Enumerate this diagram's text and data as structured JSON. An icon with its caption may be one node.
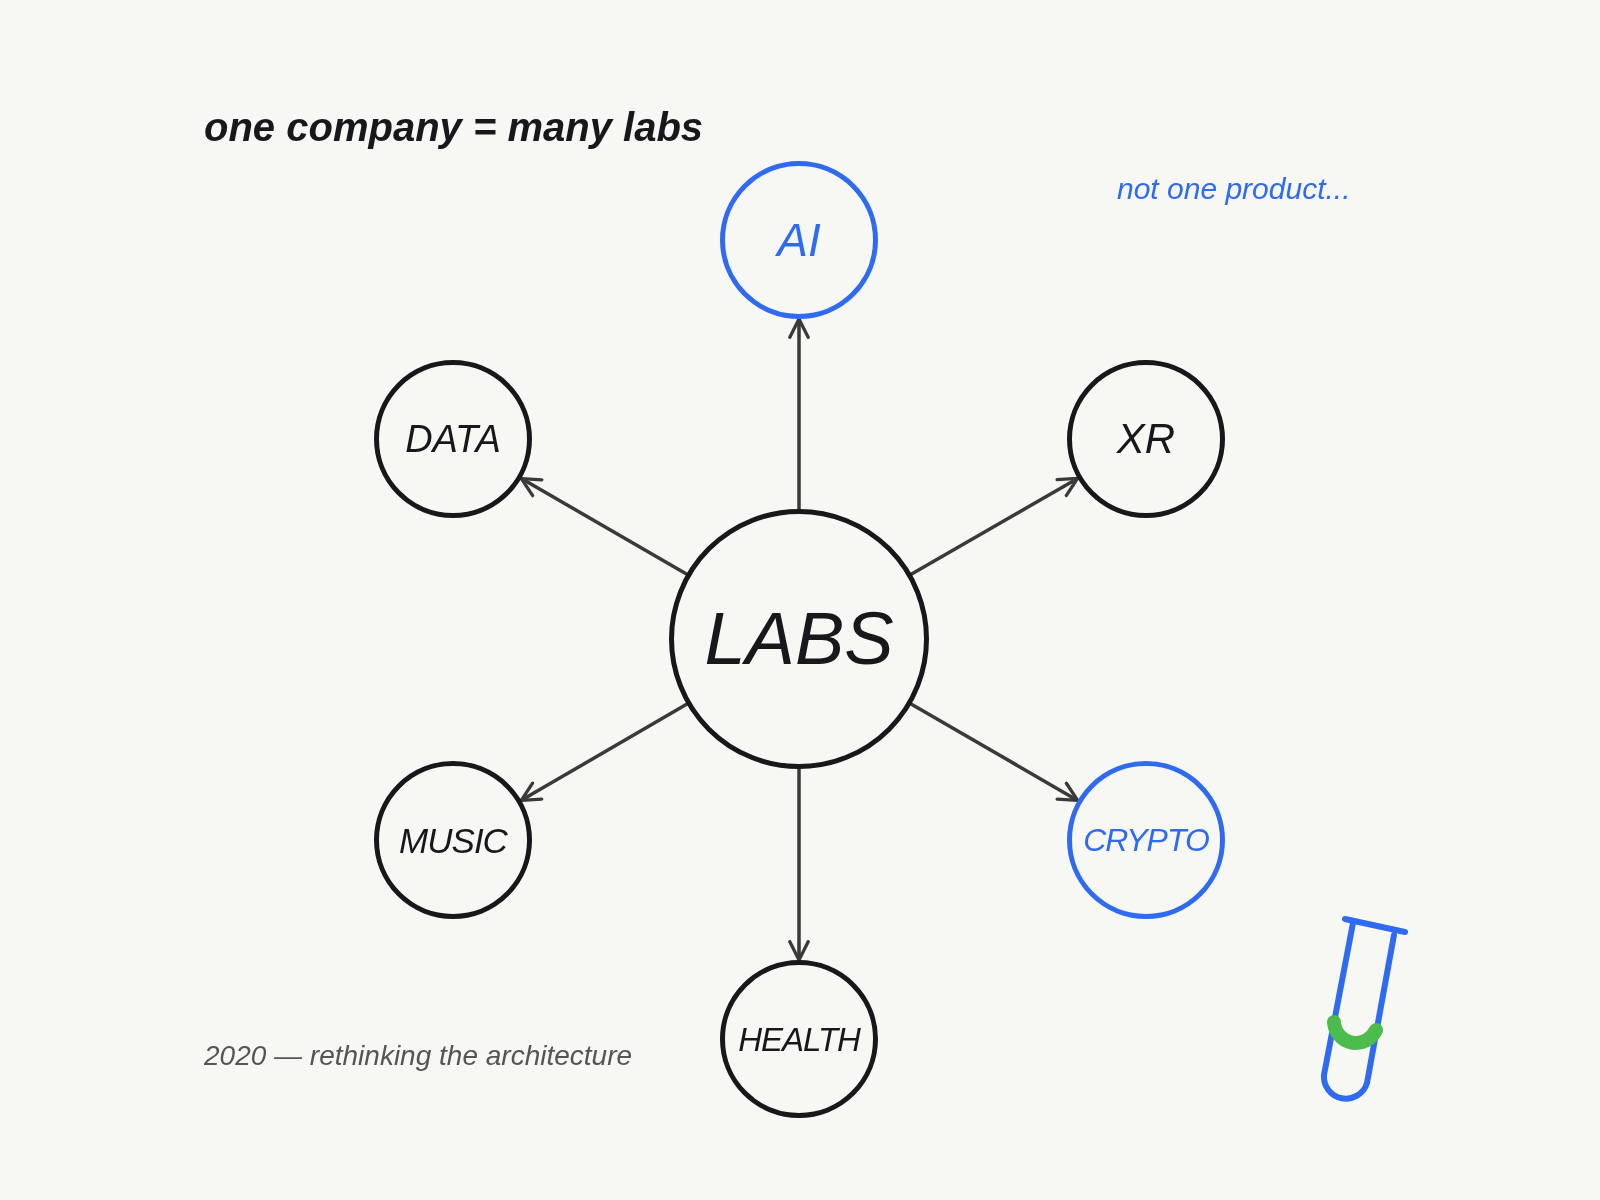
{
  "diagram": {
    "title": "one company = many labs",
    "caption": "2020 — rethinking the architecture",
    "nodes": [
      {
        "text": [
          "AI"
        ]
      },
      {
        "text": [
          "DATA"
        ]
      },
      {
        "text": [
          "XR"
        ]
      },
      {
        "text": [
          "LABS"
        ]
      },
      {
        "text": [
          "MUSIC"
        ]
      },
      {
        "text": [
          "CRYPTO"
        ]
      },
      {
        "text": [
          "HEALTH"
        ]
      }
    ],
    "edges": [
      {
        "from": 3,
        "to": 0,
        "arrow": "to"
      },
      {
        "from": 3,
        "to": 1,
        "arrow": "to"
      },
      {
        "from": 3,
        "to": 2,
        "arrow": "to"
      },
      {
        "from": 3,
        "to": 4,
        "arrow": "to"
      },
      {
        "from": 3,
        "to": 5,
        "arrow": "to"
      },
      {
        "from": 3,
        "to": 6,
        "arrow": "to"
      }
    ],
    "labels": [
      "not one product..."
    ]
  }
}
